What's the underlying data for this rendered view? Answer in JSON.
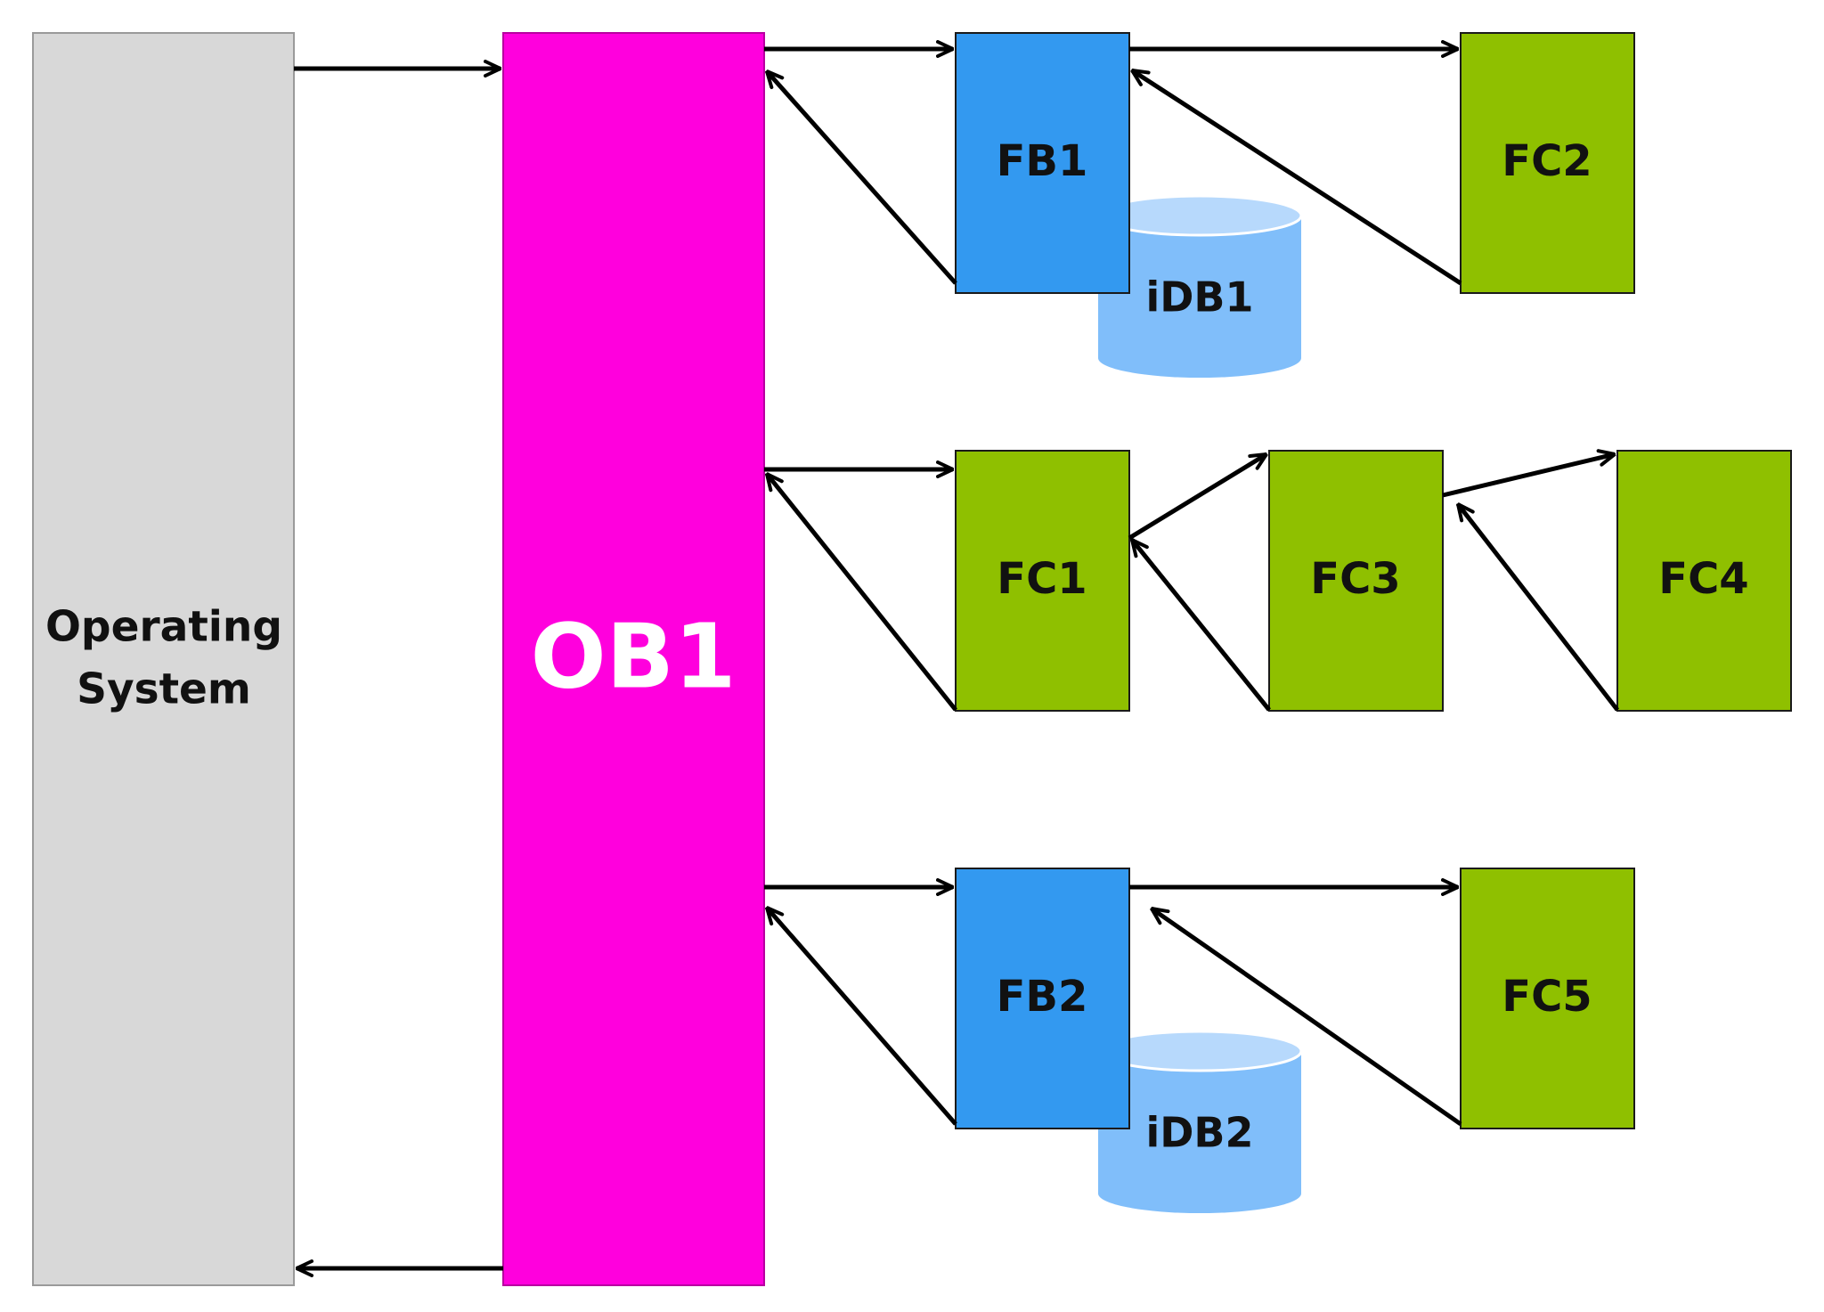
{
  "colors": {
    "operating_system": "#d8d8d8",
    "ob": "#ff00dd",
    "fb": "#3399f0",
    "fc": "#8fc000",
    "db_body": "#80befa",
    "db_top": "#b7d9fc",
    "arrow": "#000000"
  },
  "blocks": {
    "operating_system": {
      "line1": "Operating",
      "line2": "System"
    },
    "ob1": "OB1",
    "fb1": "FB1",
    "fb2": "FB2",
    "fc1": "FC1",
    "fc2": "FC2",
    "fc3": "FC3",
    "fc4": "FC4",
    "fc5": "FC5",
    "idb1": "iDB1",
    "idb2": "iDB2"
  },
  "connections": [
    {
      "from": "Operating System",
      "to": "OB1"
    },
    {
      "from": "OB1",
      "to": "Operating System"
    },
    {
      "from": "OB1",
      "to": "FB1"
    },
    {
      "from": "FB1",
      "to": "OB1"
    },
    {
      "from": "FB1",
      "to": "FC2"
    },
    {
      "from": "FC2",
      "to": "FB1"
    },
    {
      "from": "OB1",
      "to": "FC1"
    },
    {
      "from": "FC1",
      "to": "OB1"
    },
    {
      "from": "FC1",
      "to": "FC3"
    },
    {
      "from": "FC3",
      "to": "FC1"
    },
    {
      "from": "FC3",
      "to": "FC4"
    },
    {
      "from": "FC4",
      "to": "FC3"
    },
    {
      "from": "OB1",
      "to": "FB2"
    },
    {
      "from": "FB2",
      "to": "OB1"
    },
    {
      "from": "FB2",
      "to": "FC5"
    },
    {
      "from": "FC5",
      "to": "FB2"
    }
  ]
}
